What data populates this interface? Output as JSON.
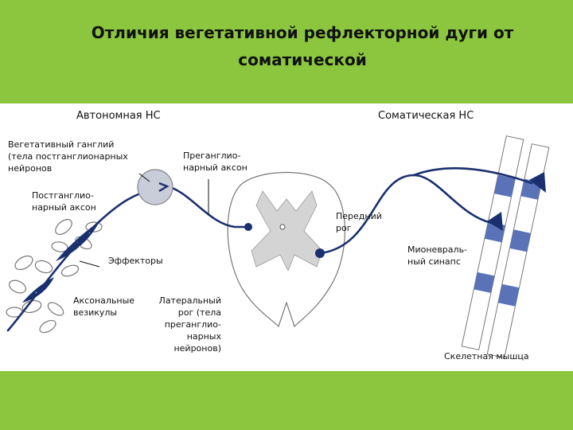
{
  "slide": {
    "title_line1": "Отличия вегетативной рефлекторной дуги от",
    "title_line2": "соматической",
    "background_color": "#8cc63f"
  },
  "diagram": {
    "header_autonomic": "Автономная НС",
    "header_somatic": "Соматическая НС",
    "labels": {
      "vegetative_ganglion": "Вегетативный ганглий\n(тела постганглионарных\nнейронов",
      "preganglionic_axon": "Преганглио-\nнарный аксон",
      "postganglionic_axon": "Постганглио-\nнарный аксон",
      "effectors": "Эффекторы",
      "axonal_vesicles": "Аксональные\nвезикулы",
      "lateral_horn": "Латеральный\nрог (тела\nпреганглио-\nнарных\nнейронов)",
      "anterior_horn": "Передний\nрог",
      "neuromuscular_synapse": "Мионевраль-\nный синапс",
      "skeletal_muscle": "Скелетная мышца"
    },
    "colors": {
      "nerve": "#1a2f6e",
      "grey_matter": "#d4d4d4",
      "outline": "#777777",
      "muscle_band": "#5a72b8"
    }
  }
}
